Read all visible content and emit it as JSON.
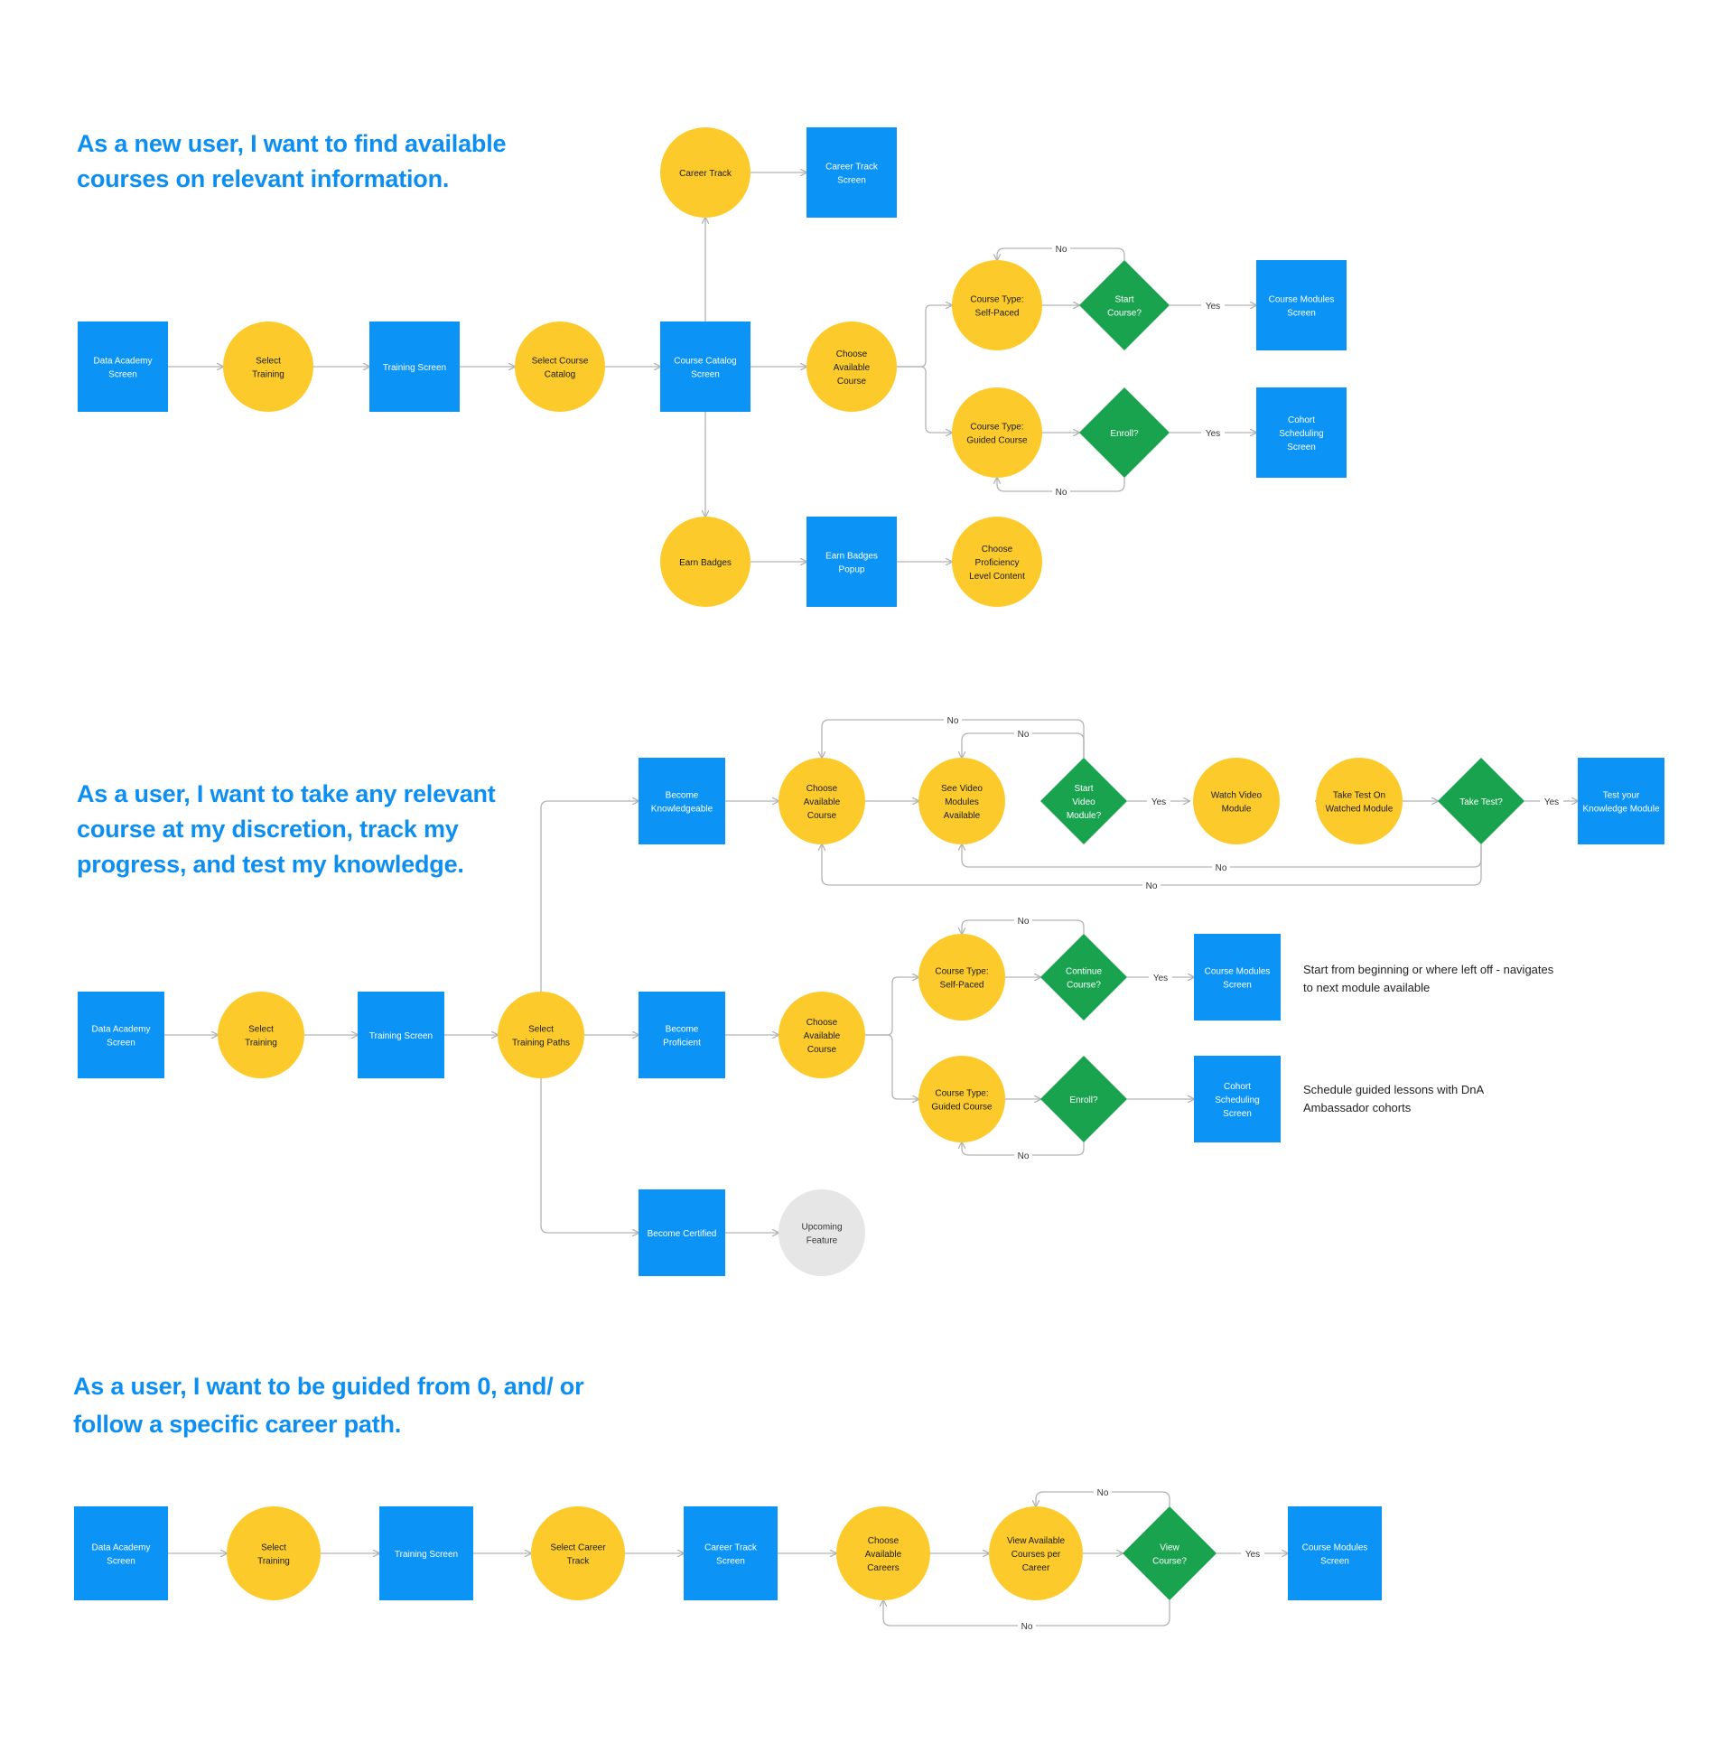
{
  "colors": {
    "screen": "#0b93f6",
    "action": "#fccb2b",
    "decision": "#1aa34f",
    "upcoming": "#e6e6e6",
    "connector": "#b3b3b3",
    "heading": "#0d8ff2",
    "screen_text": "#ffffff",
    "action_text": "#1a1a1a",
    "decision_text": "#ffffff",
    "upcoming_text": "#333333"
  },
  "legend_shapes": {
    "screen": "square",
    "action": "circle",
    "decision": "diamond",
    "upcoming": "gray-circle"
  },
  "headings": {
    "flow1": "As a new user, I want to find available courses on relevant information.",
    "flow2": "As a user, I want to take any relevant course at my discretion, track my progress, and test my knowledge.",
    "flow3": "As a user, I want to be guided from 0, and/ or follow a specific career path."
  },
  "notes": {
    "self_paced": "Start from beginning or where left off - navigates to next module available",
    "guided": "Schedule guided lessons with DnA Ambassador cohorts"
  },
  "flow1": {
    "data_academy_screen": "Data Academy Screen",
    "select_training": "Select Training",
    "training_screen": "Training Screen",
    "select_course_catalog": "Select Course Catalog",
    "course_catalog_screen": "Course Catalog Screen",
    "career_track": "Career Track",
    "career_track_screen": "Career Track Screen",
    "choose_available_course": "Choose Available Course",
    "course_type_self_paced": "Course Type: Self-Paced",
    "start_course": "Start Course?",
    "course_modules_screen": "Course Modules Screen",
    "course_type_guided": "Course Type: Guided Course",
    "enroll": "Enroll?",
    "cohort_scheduling_screen": "Cohort Scheduling Screen",
    "earn_badges": "Earn Badges",
    "earn_badges_popup": "Earn Badges Popup",
    "choose_proficiency": "Choose Proficiency Level Content",
    "label_no_top": "No",
    "label_yes_top": "Yes",
    "label_yes_bottom": "Yes",
    "label_no_bottom": "No"
  },
  "flow2": {
    "data_academy_screen": "Data Academy Screen",
    "select_training": "Select Training",
    "training_screen": "Training Screen",
    "select_training_paths": "Select Training Paths",
    "become_knowledgeable": "Become Knowledgeable",
    "choose_available_course_k": "Choose Available Course",
    "see_video_modules": "See Video Modules Available",
    "start_video_module": "Start Video Module?",
    "watch_video_module": "Watch Video Module",
    "take_test_on_watched": "Take Test On Watched Module",
    "take_test": "Take Test?",
    "test_your_knowledge": "Test your Knowledge Module",
    "become_proficient": "Become Proficient",
    "choose_available_course_p": "Choose Available Course",
    "course_type_self_paced": "Course Type: Self-Paced",
    "continue_course": "Continue Course?",
    "course_modules_screen": "Course Modules Screen",
    "course_type_guided": "Course Type: Guided Course",
    "enroll": "Enroll?",
    "cohort_scheduling_screen": "Cohort Scheduling Screen",
    "become_certified": "Become Certified",
    "upcoming_feature": "Upcoming Feature",
    "label_no_outer_top": "No",
    "label_no_inner_top": "No",
    "label_yes_start": "Yes",
    "label_yes_test": "Yes",
    "label_no_inner_bottom": "No",
    "label_no_outer_bottom": "No",
    "label_no_continue": "No",
    "label_yes_continue": "Yes",
    "label_no_enroll": "No"
  },
  "flow3": {
    "data_academy_screen": "Data Academy Screen",
    "select_training": "Select Training",
    "training_screen": "Training Screen",
    "select_career_track": "Select Career Track",
    "career_track_screen": "Career Track Screen",
    "choose_available_careers": "Choose Available Careers",
    "view_courses_per_career": "View Available Courses per Career",
    "view_course": "View Course?",
    "course_modules_screen": "Course Modules Screen",
    "label_no_top": "No",
    "label_yes": "Yes",
    "label_no_bottom": "No"
  }
}
